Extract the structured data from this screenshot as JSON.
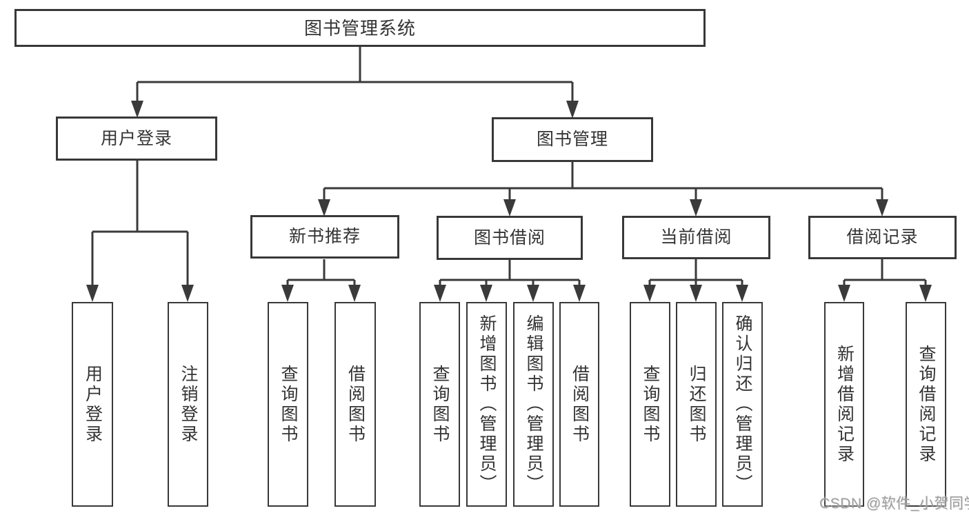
{
  "colors": {
    "background": "#ffffff",
    "line": "#3a3a3a",
    "box_border": "#383838",
    "box_fill": "#ffffff",
    "text": "#333333",
    "watermark": "#9e9e9e"
  },
  "watermark": {
    "text": "CSDN @软件_小贺同学"
  },
  "diagram_type": "hierarchy-tree",
  "tree": {
    "label": "图书管理系统",
    "children": [
      {
        "label": "用户登录",
        "children": [
          {
            "label": "用户登录"
          },
          {
            "label": "注销登录"
          }
        ]
      },
      {
        "label": "图书管理",
        "children": [
          {
            "label": "新书推荐",
            "children": [
              {
                "label": "查询图书"
              },
              {
                "label": "借阅图书"
              }
            ]
          },
          {
            "label": "图书借阅",
            "children": [
              {
                "label": "查询图书"
              },
              {
                "label": "新增图书（管理员）"
              },
              {
                "label": "编辑图书（管理员）"
              },
              {
                "label": "借阅图书"
              }
            ]
          },
          {
            "label": "当前借阅",
            "children": [
              {
                "label": "查询图书"
              },
              {
                "label": "归还图书"
              },
              {
                "label": "确认归还（管理员）"
              }
            ]
          },
          {
            "label": "借阅记录",
            "children": [
              {
                "label": "新增借阅记录"
              },
              {
                "label": "查询借阅记录"
              }
            ]
          }
        ]
      }
    ]
  }
}
